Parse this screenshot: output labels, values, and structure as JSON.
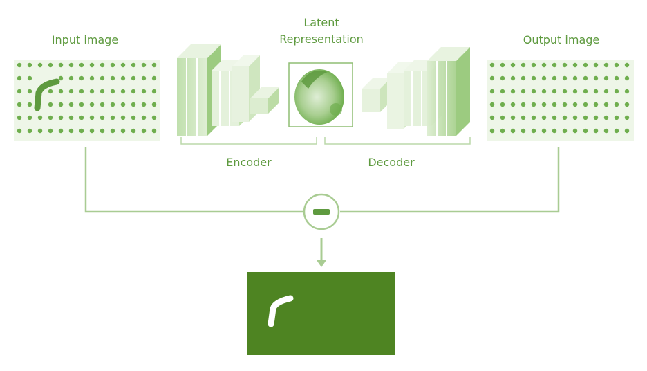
{
  "labels": {
    "input_image": "Input image",
    "latent_line1": "Latent",
    "latent_line2": "Representation",
    "output_image": "Output image",
    "encoder": "Encoder",
    "decoder": "Decoder"
  },
  "colors": {
    "primary_green": "#5e9a3f",
    "line_green": "#a9cc93",
    "dot_green": "#6fae4e",
    "layer_face": "#c6e3b4",
    "layer_side": "#e3f1d9",
    "anomaly_bg": "#4e8422",
    "anomaly_mark": "#ffffff"
  },
  "icons": {
    "subtract_operator": "minus-circle-icon",
    "down_arrow": "arrow-down-icon"
  }
}
